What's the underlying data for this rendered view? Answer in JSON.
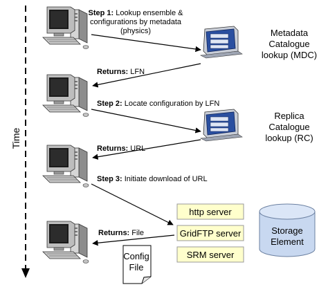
{
  "time_axis": {
    "label": "Time"
  },
  "steps": [
    {
      "prefix": "Step 1:",
      "lines": [
        "Lookup ensemble &",
        "configurations by metadata",
        "(physics)"
      ]
    },
    {
      "prefix": "Step 2:",
      "lines": [
        "Locate configuration by LFN"
      ]
    },
    {
      "prefix": "Step 3:",
      "lines": [
        "Initiate download of URL"
      ]
    }
  ],
  "returns": [
    {
      "prefix": "Returns:",
      "value": "LFN"
    },
    {
      "prefix": "Returns:",
      "value": "URL"
    },
    {
      "prefix": "Returns:",
      "value": "File"
    }
  ],
  "services": {
    "mdc": {
      "lines": [
        "Metadata",
        "Catalogue",
        "lookup (MDC)"
      ]
    },
    "rc": {
      "lines": [
        "Replica",
        "Catalogue",
        "lookup (RC)"
      ]
    }
  },
  "servers": [
    {
      "label": "http server"
    },
    {
      "label": "GridFTP server"
    },
    {
      "label": "SRM server"
    }
  ],
  "storage": {
    "lines": [
      "Storage",
      "Element"
    ]
  },
  "config_file": {
    "lines": [
      "Config",
      "File"
    ]
  },
  "colors": {
    "server_fill": "#ffffcc",
    "storage_fill": "#c8d8f0",
    "arrow": "#000000",
    "service_icon": "#2a4fa0"
  }
}
